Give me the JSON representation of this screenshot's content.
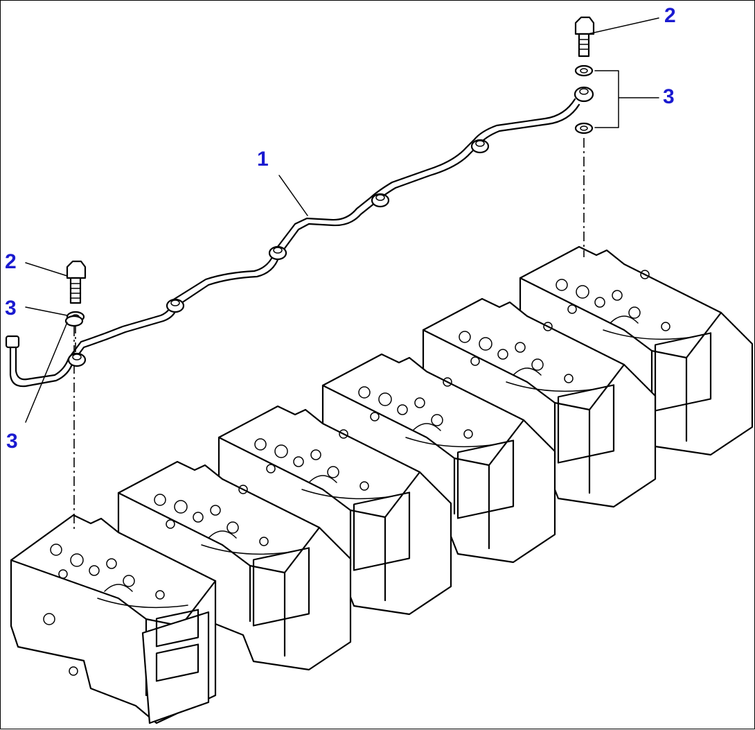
{
  "colors": {
    "callout": "#1a1ad0",
    "line": "#000000",
    "background": "#ffffff"
  },
  "callouts": {
    "pipe": "1",
    "bolt_right": "2",
    "washers_right": "3",
    "bolt_left": "2",
    "washer_left_upper": "3",
    "washer_left_lower": "3"
  }
}
